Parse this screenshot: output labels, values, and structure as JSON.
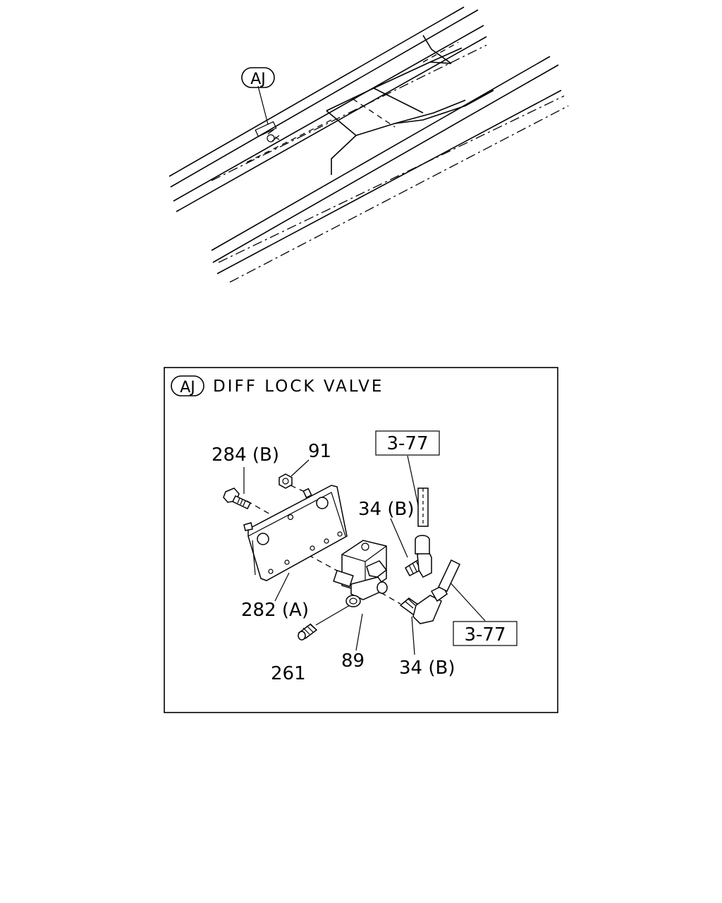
{
  "overview": {
    "callout": "AJ"
  },
  "detail": {
    "callout": "AJ",
    "title": "DIFF LOCK VALVE",
    "refs": [
      {
        "id": "ref-top",
        "text": "3-77"
      },
      {
        "id": "ref-bottom",
        "text": "3-77"
      }
    ],
    "labels": [
      {
        "id": "label-284b",
        "text": "284 (B)"
      },
      {
        "id": "label-91",
        "text": "91"
      },
      {
        "id": "label-34b-top",
        "text": "34 (B)"
      },
      {
        "id": "label-282a",
        "text": "282 (A)"
      },
      {
        "id": "label-261",
        "text": "261"
      },
      {
        "id": "label-89",
        "text": "89"
      },
      {
        "id": "label-34b-bottom",
        "text": "34 (B)"
      }
    ]
  }
}
